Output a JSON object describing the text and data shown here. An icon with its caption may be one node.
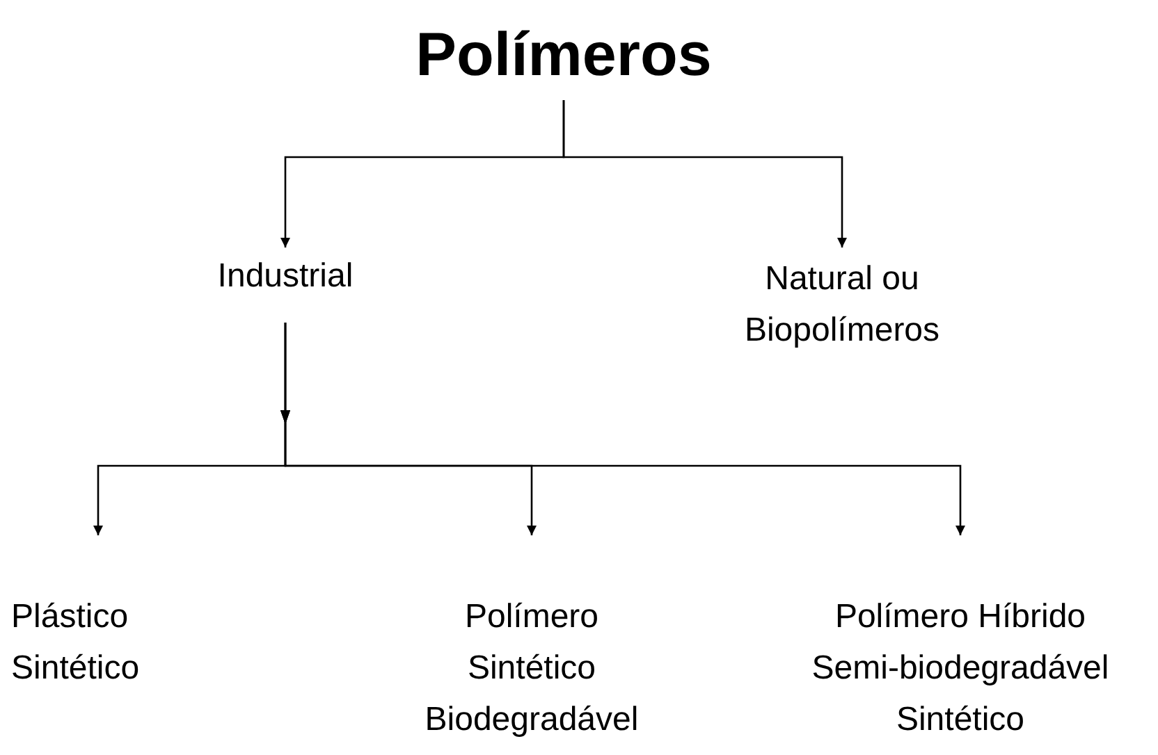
{
  "diagram": {
    "nodes": [
      {
        "text": [
          "Polímeros"
        ]
      },
      {
        "text": [
          "Industrial"
        ]
      },
      {
        "text": [
          "Natural ou Biopolímeros"
        ]
      },
      {
        "text": [
          "Plástico Sintético"
        ]
      },
      {
        "text": [
          "Polímero Sintético Biodegradável"
        ]
      },
      {
        "text": [
          "Polímero Híbrido Semi-biodegradável Sintético"
        ]
      }
    ],
    "edges": [
      {
        "from": 0,
        "to": 1,
        "arrow": "to"
      },
      {
        "from": 0,
        "to": 2,
        "arrow": "to"
      },
      {
        "from": 1,
        "to": 3,
        "arrow": "to"
      },
      {
        "from": 1,
        "to": 4,
        "arrow": "to"
      },
      {
        "from": 1,
        "to": 5,
        "arrow": "to"
      }
    ]
  }
}
